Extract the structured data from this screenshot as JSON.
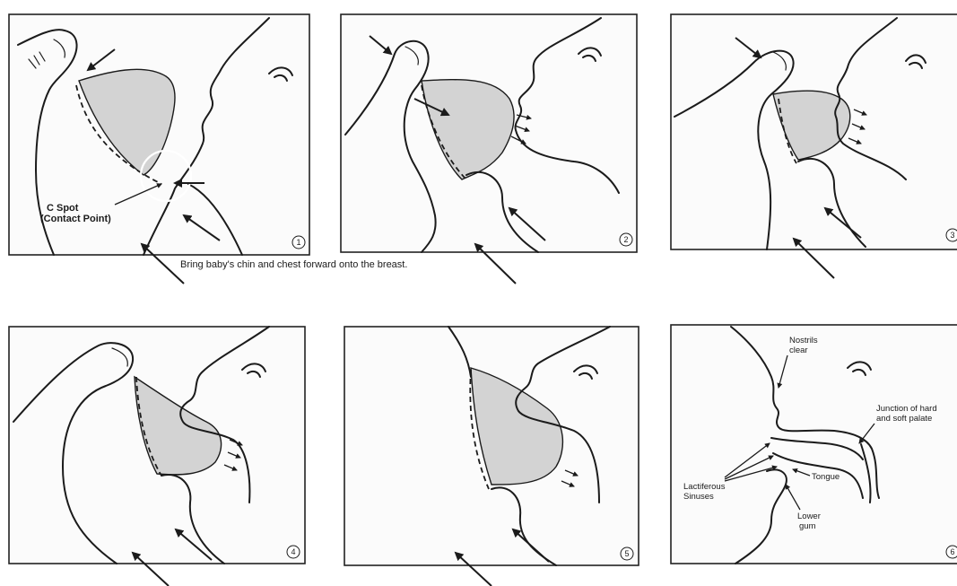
{
  "panels": [
    {
      "number": "1"
    },
    {
      "number": "2"
    },
    {
      "number": "3"
    },
    {
      "number": "4"
    },
    {
      "number": "5"
    },
    {
      "number": "6"
    }
  ],
  "panel1_label": {
    "line1": "C Spot",
    "line2": "(Contact Point)"
  },
  "caption": "Bring baby's chin and chest forward onto the breast.",
  "panel6_labels": {
    "nostrils": [
      "Nostrils",
      "clear"
    ],
    "junction": [
      "Junction of hard",
      "and soft palate"
    ],
    "lactiferous": [
      "Lactiferous",
      "Sinuses"
    ],
    "tongue": "Tongue",
    "lower_gum": [
      "Lower",
      "gum"
    ]
  },
  "colors": {
    "ink": "#1b1b1b",
    "breast_shading": "#d3d3d3",
    "background": "#ffffff"
  }
}
